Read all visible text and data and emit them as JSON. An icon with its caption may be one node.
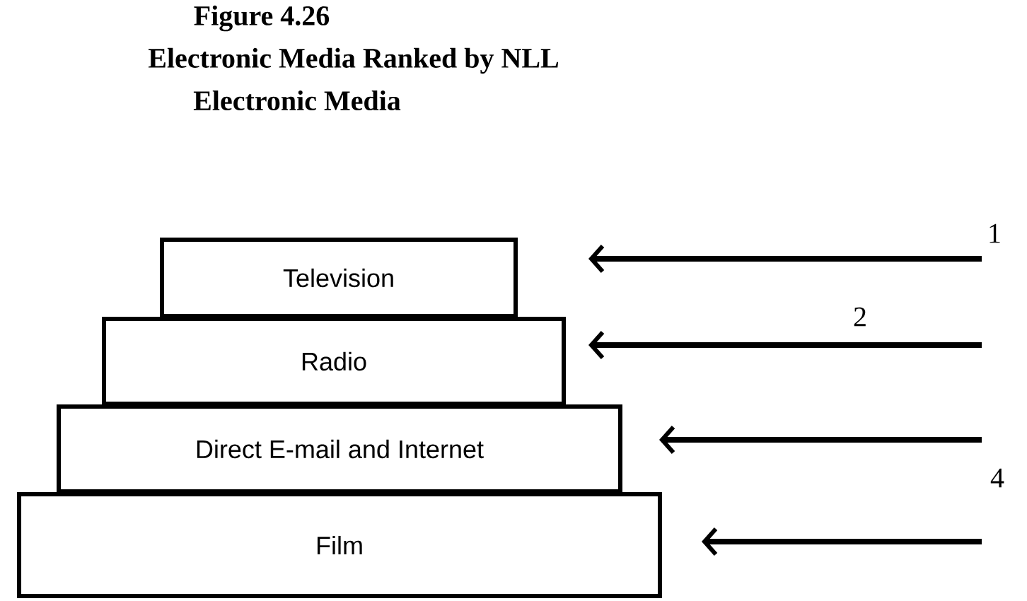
{
  "diagram": {
    "title": "Figure 4.26",
    "nodes": [
      {
        "text": [
          "Television"
        ]
      },
      {
        "text": [
          "Radio"
        ]
      },
      {
        "text": [
          "Direct E-mail and Internet"
        ]
      },
      {
        "text": [
          "Film"
        ]
      }
    ],
    "edges": [
      {
        "from": null,
        "to": 0,
        "arrow": "to"
      },
      {
        "from": null,
        "to": 1,
        "arrow": "to"
      },
      {
        "from": null,
        "to": 2,
        "arrow": "to"
      },
      {
        "from": null,
        "to": 3,
        "arrow": "to"
      }
    ],
    "labels": [
      "Electronic Media Ranked by NLL",
      "Electronic Media",
      "1",
      "2",
      "4"
    ]
  }
}
